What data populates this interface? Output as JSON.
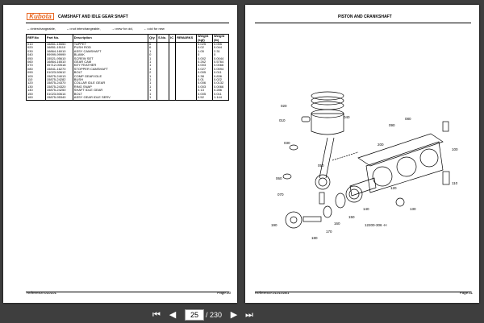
{
  "left_page": {
    "logo": "Kubota",
    "title": "CAMSHAFT AND IDLE GEAR SHAFT",
    "legend": [
      "↔=interchangeable,",
      "↔=not interchangeable,",
      "→=new for old,",
      "←=old for new"
    ],
    "columns": [
      "REF.No",
      "Part No.",
      "Description",
      "Qty",
      "S.No.",
      "IC",
      "REMARKS",
      "Weight (kgf)",
      "Weight (lb)"
    ],
    "rows": [
      [
        "010",
        "16851-15550",
        "TAPPET",
        "6",
        "",
        "",
        "",
        "0.025",
        "0.055"
      ],
      [
        "020",
        "16851-15110",
        "PUSH ROD",
        "6",
        "",
        "",
        "",
        "0.02",
        "0.044"
      ],
      [
        "030",
        "16864-16010",
        "ASSY CAMSHAFT",
        "1",
        "",
        "",
        "",
        "1.05",
        "2.31"
      ],
      [
        "040",
        "99999-99999",
        "BLANK",
        "0",
        "",
        "",
        "",
        "0",
        "0"
      ],
      [
        "050",
        "15521-95610",
        "SCREW SET",
        "1",
        "",
        "",
        "",
        "0.002",
        "0.0044"
      ],
      [
        "060",
        "16864-16510",
        "GEAR CAM",
        "1",
        "",
        "",
        "",
        "0.262",
        "0.5764"
      ],
      [
        "070",
        "05712-00518",
        "KEY FEATHER",
        "1",
        "",
        "",
        "",
        "0.003",
        "0.0066"
      ],
      [
        "080",
        "15841-16270",
        "STOPPER CAMSHAFT",
        "1",
        "",
        "",
        "",
        "0.027",
        "0.0594"
      ],
      [
        "090",
        "01023-50612",
        "BOLT",
        "2",
        "",
        "",
        "",
        "0.005",
        "0.011"
      ],
      [
        "100",
        "15875-24013",
        "COMP GEAR IDLE",
        "1",
        "",
        "",
        "",
        "0.38",
        "0.836"
      ],
      [
        "110",
        "15875-24282",
        "BUSH",
        "1",
        "",
        "",
        "",
        "0.01",
        "0.022"
      ],
      [
        "120",
        "15875-24370",
        "COLLAR IDLE GEAR",
        "1",
        "",
        "",
        "",
        "0.006",
        "0.0132"
      ],
      [
        "130",
        "15875-24320",
        "RING SNAP",
        "1",
        "",
        "",
        "",
        "0.003",
        "0.0066"
      ],
      [
        "140",
        "15875-24250",
        "SHAFT IDLE GEAR",
        "1",
        "",
        "",
        "",
        "0.13",
        "0.286"
      ],
      [
        "150",
        "01023-50614",
        "BOLT",
        "1",
        "",
        "",
        "",
        "0.005",
        "0.011"
      ],
      [
        "160",
        "15875-95340",
        "ASSY GEAR IDLE SERV",
        "1",
        "",
        "",
        "",
        "0.52",
        "1.144"
      ]
    ],
    "reference": "Reference:010101",
    "page_label": "Page:10"
  },
  "right_page": {
    "title": "PISTON AND CRANKSHAFT",
    "callouts": [
      "010",
      "020",
      "030",
      "040",
      "050",
      "060",
      "070",
      "080",
      "090",
      "100",
      "110",
      "120",
      "130",
      "140",
      "150",
      "160",
      "170",
      "180",
      "190",
      "200"
    ],
    "figure_code": "12200-306 -H",
    "reference": "Reference:010102B1",
    "page_label": "Page:11"
  },
  "toolbar": {
    "first_icon": "skip-to-first-icon",
    "prev_icon": "previous-page-icon",
    "next_icon": "next-page-icon",
    "last_icon": "skip-to-last-icon",
    "current_page": "25",
    "total_pages": "/ 230"
  }
}
